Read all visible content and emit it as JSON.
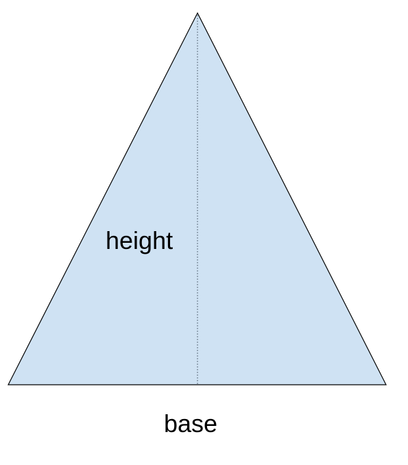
{
  "labels": {
    "height": "height",
    "base": "base"
  },
  "colors": {
    "triangle_fill": "#cfe2f3",
    "triangle_stroke": "#000000",
    "height_line": "#5b6b78",
    "text": "#000000"
  },
  "style": {
    "height_line": "dotted"
  }
}
